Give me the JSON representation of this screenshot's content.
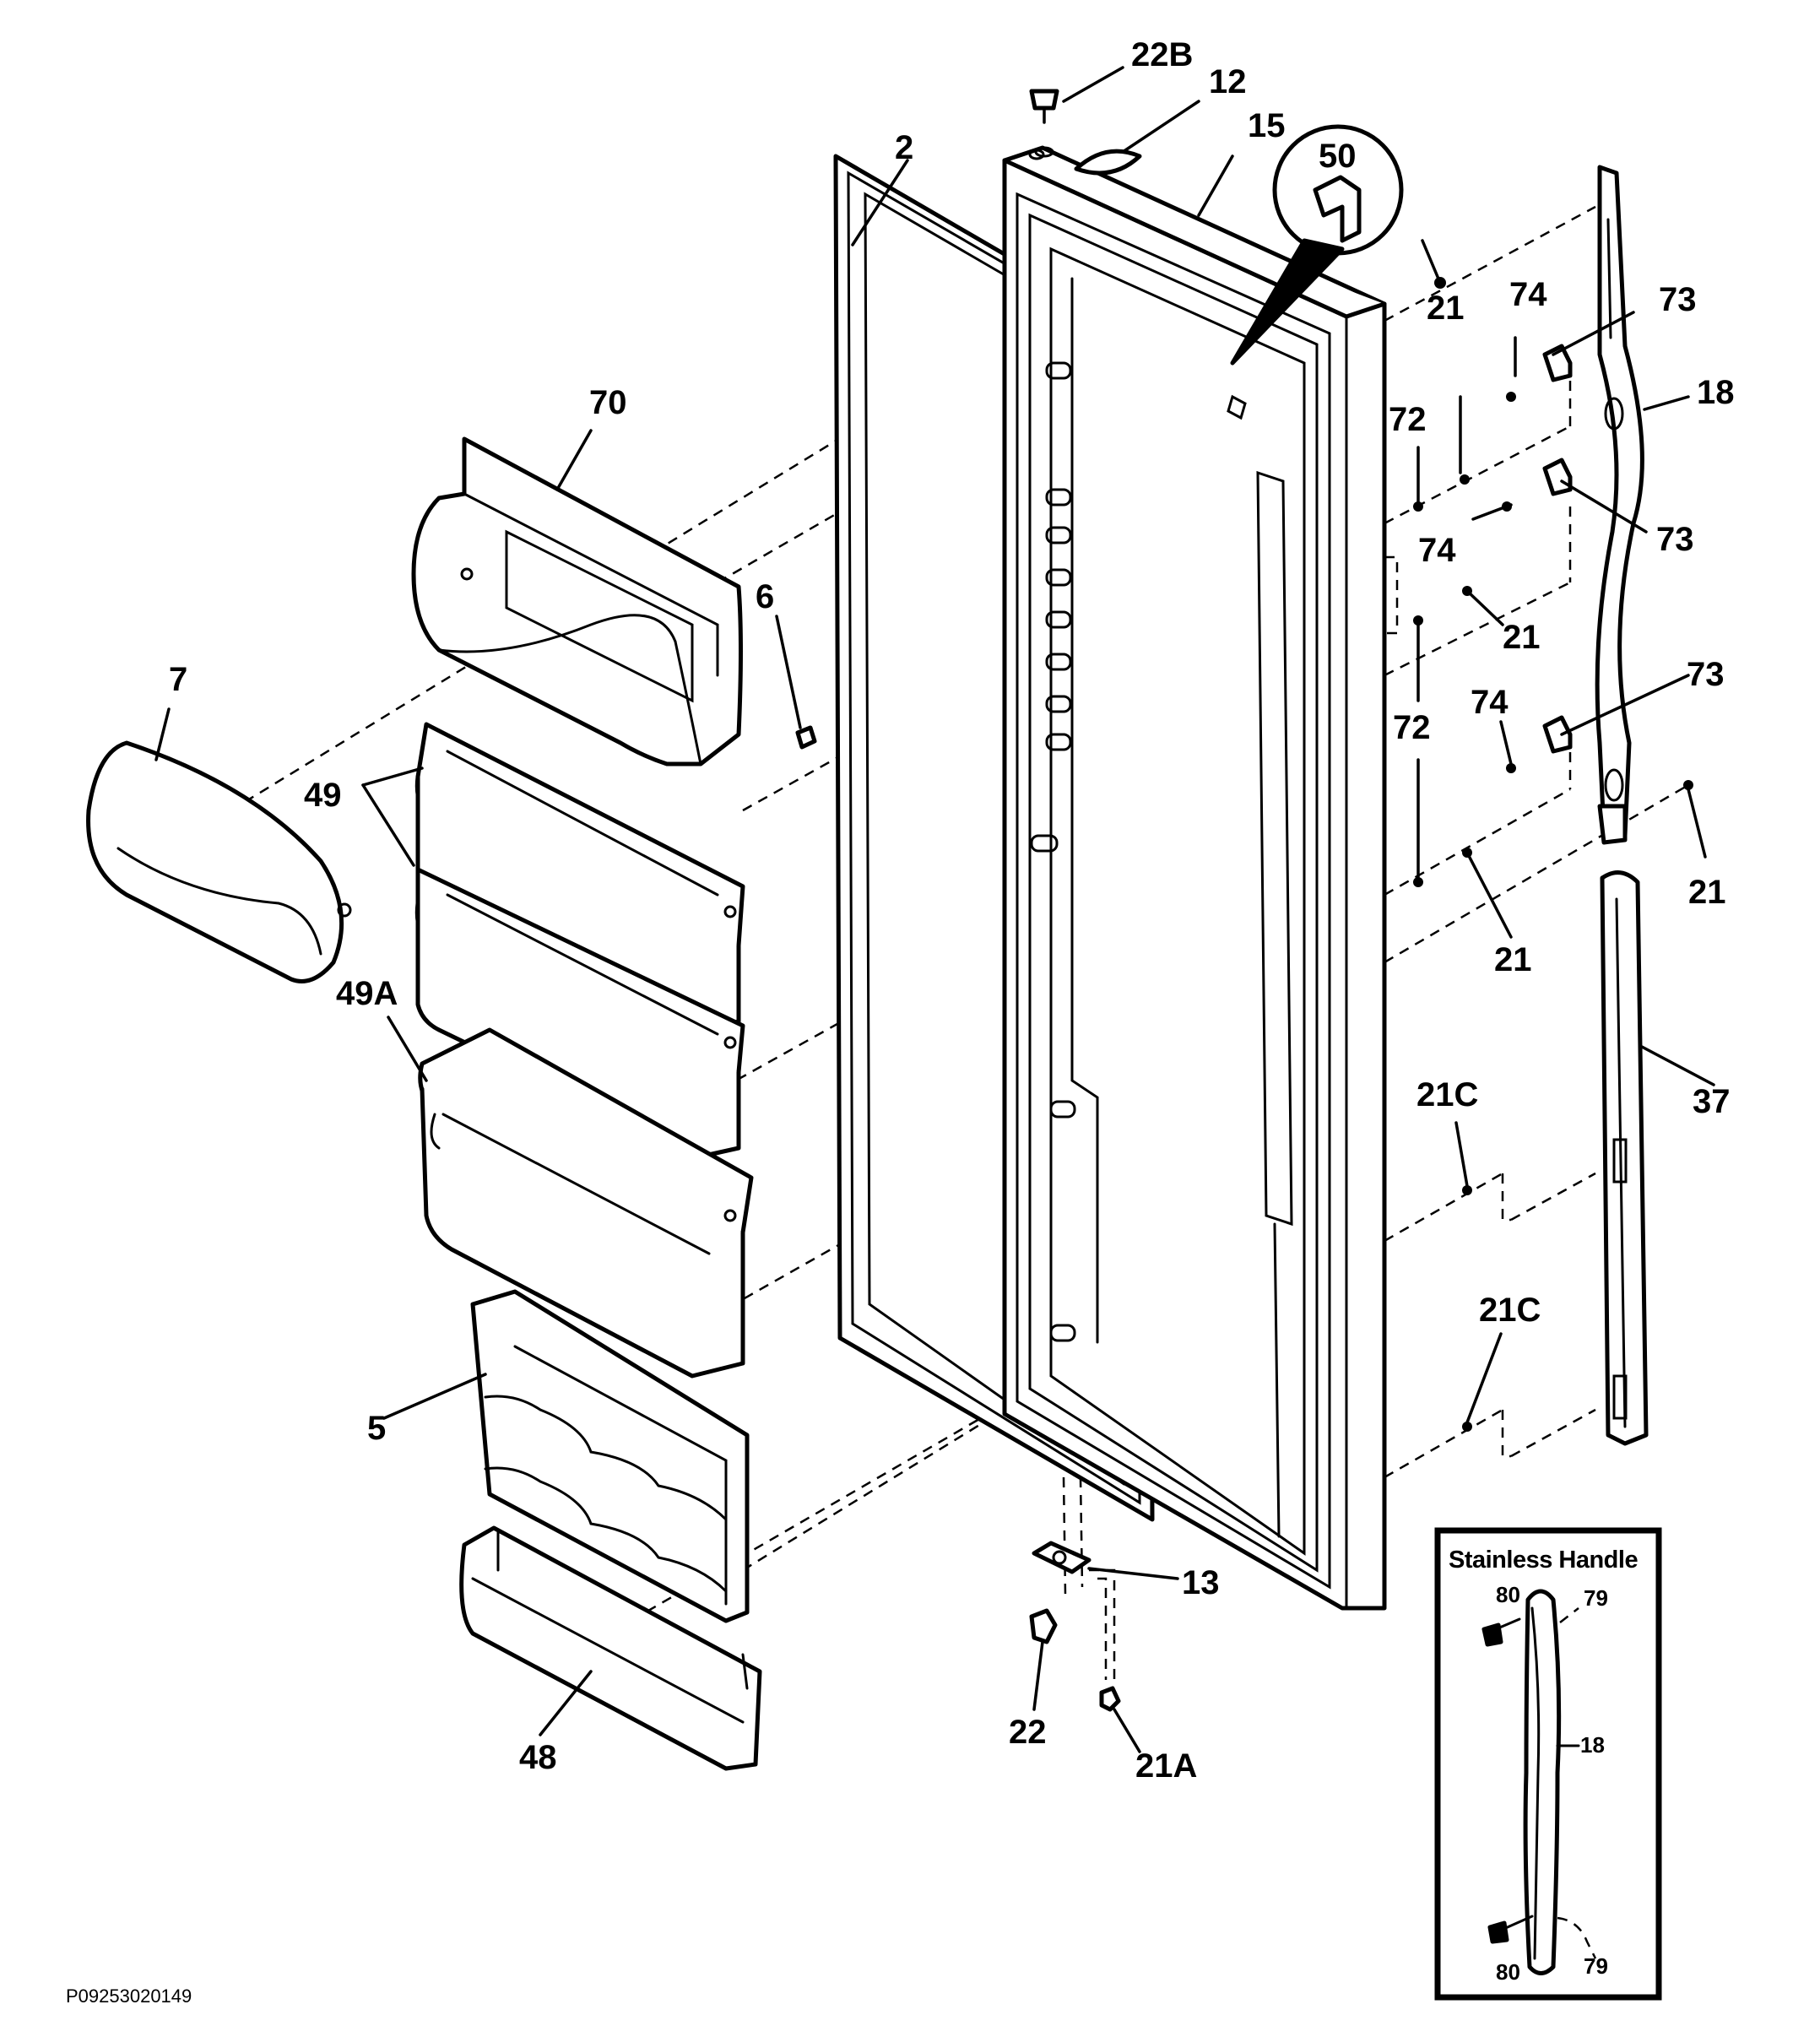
{
  "labels": {
    "l22b": "22B",
    "l12": "12",
    "l15": "15",
    "l2": "2",
    "l50": "50",
    "l74a": "74",
    "l73a": "73",
    "l21a": "21",
    "l18": "18",
    "l72a": "72",
    "l74b": "74",
    "l73b": "73",
    "l21b": "21",
    "l72b": "72",
    "l74c": "74",
    "l73c": "73",
    "l21c": "21",
    "l21d": "21",
    "l37": "37",
    "l21ca": "21C",
    "l21cb": "21C",
    "l70": "70",
    "l6": "6",
    "l7": "7",
    "l49": "49",
    "l49a": "49A",
    "l5": "5",
    "l48": "48",
    "l13": "13",
    "l22": "22",
    "l21x": "21A"
  },
  "inset": {
    "title": "Stainless Handle",
    "l80a": "80",
    "l79a": "79",
    "l18": "18",
    "l80b": "80",
    "l79b": "79"
  },
  "drawing_code": "P09253020149"
}
